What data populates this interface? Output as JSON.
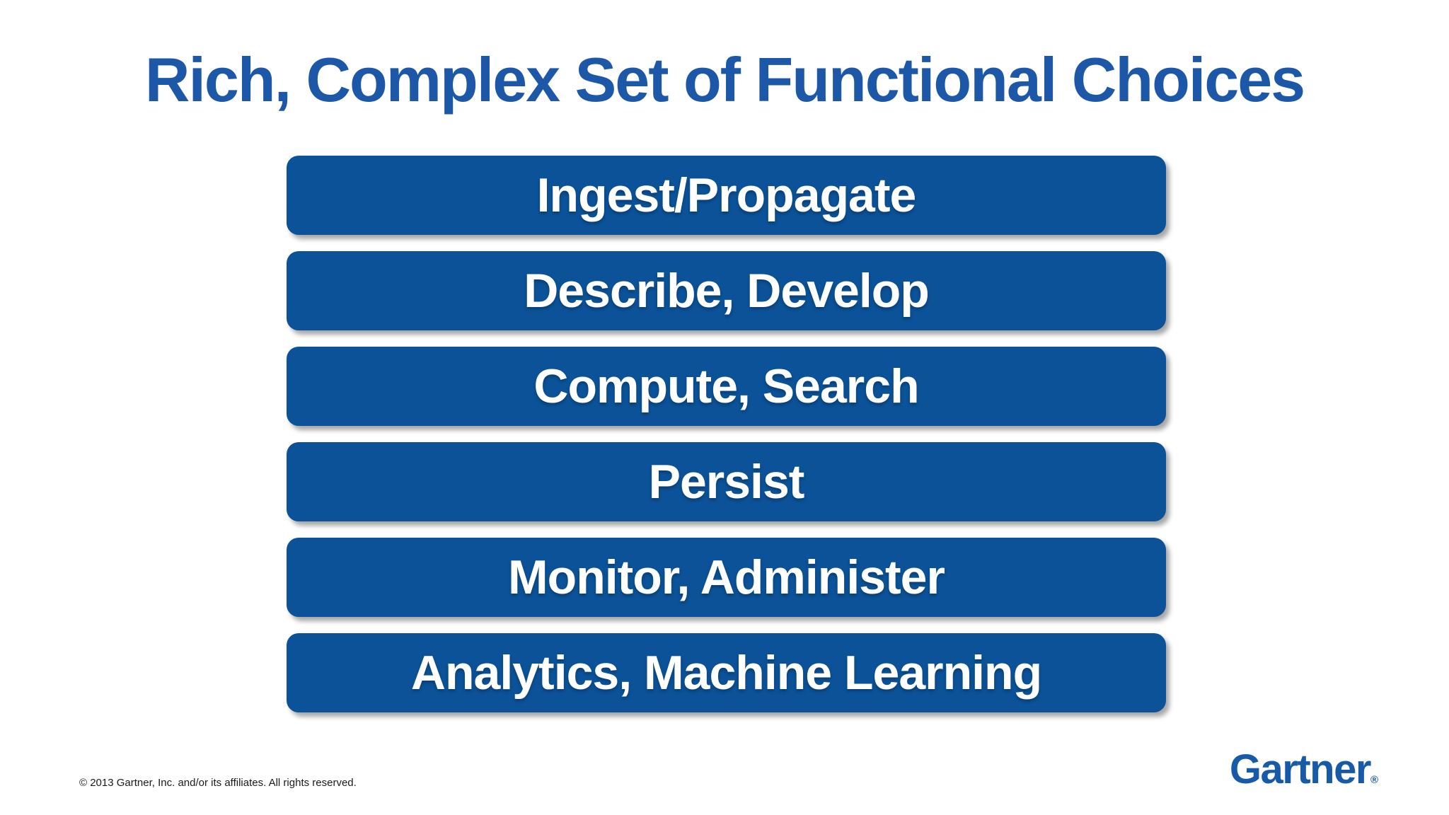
{
  "slide": {
    "title": "Rich, Complex Set of Functional Choices",
    "bars": [
      {
        "label": "Ingest/Propagate"
      },
      {
        "label": "Describe, Develop"
      },
      {
        "label": "Compute, Search"
      },
      {
        "label": "Persist"
      },
      {
        "label": "Monitor, Administer"
      },
      {
        "label": "Analytics, Machine Learning"
      }
    ],
    "copyright": "© 2013 Gartner, Inc. and/or its affiliates. All rights reserved.",
    "logo": {
      "text": "Gartner",
      "registered_mark": "®"
    },
    "colors": {
      "title_blue": "#1C57A8",
      "bar_blue": "#0B5298",
      "bar_text": "#FFFFFF",
      "logo_blue": "#175AA8",
      "copyright_text": "#1A1A1A",
      "background": "#FFFFFF"
    }
  }
}
